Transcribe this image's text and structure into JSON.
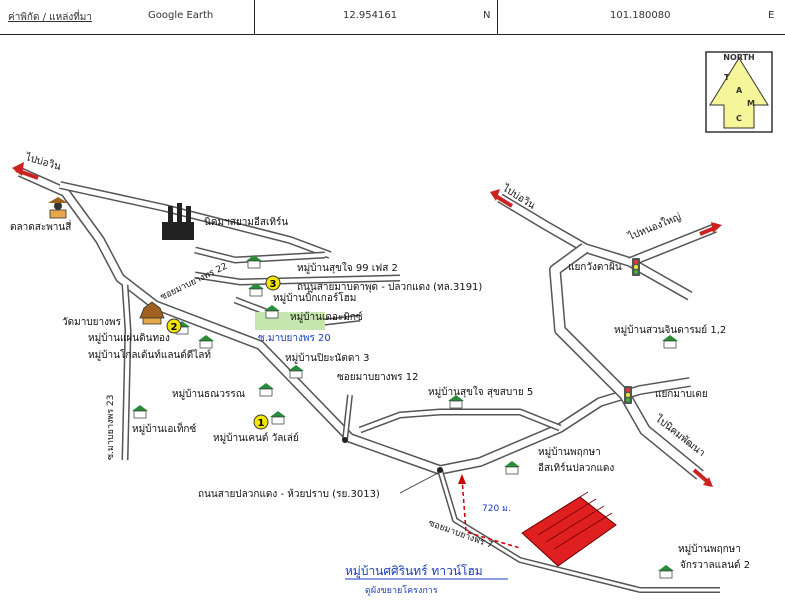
{
  "header": {
    "coord_label": "ค่าพิกัด / แหล่งที่มา",
    "source": "Google Earth",
    "latitude": "12.954161",
    "lat_dir": "N",
    "longitude": "101.180080",
    "lon_dir": "E"
  },
  "north_logo": {
    "label": "NORTH",
    "letters": [
      "T",
      "A",
      "M",
      "C"
    ],
    "color": "#f5f59a"
  },
  "directions": {
    "to_bowin_left": "ไปบ่อวิน",
    "to_bowin_right": "ไปบ่อวิน",
    "to_nongyai": "ไปหนองใหญ่",
    "to_nikhom": "ไปนิคมพัฒนา"
  },
  "labels": {
    "market": "ตลาดสะพานสี่",
    "factory": "นิคมฯสยามอีสเทิร์น",
    "temple": "วัดมาบยางพร",
    "soi22": "ซอยมาบยางพร 22",
    "soi23": "ซ.มาบยางพร 23",
    "soi20": "ซ.มาบยางพร 20",
    "soi12": "ซอยมาบยางพร 12",
    "soi7": "ซอยมาบยางพร 7",
    "road_3191": "ถนนสายมาบตาพุด - ปลวกแดง (ทล.3191)",
    "road_3013": "ถนนสายปลวกแดง - ห้วยปราบ (รย.3013)",
    "junction_wangtamin": "แยกวังตาผิน",
    "junction_maptoei": "แยกมาบเตย",
    "distance": "720 ม.",
    "project_name": "หมู่บ้านศศิรินทร์ ทาวน์โฮม",
    "project_sub": "ดูผังขยายโครงการ"
  },
  "villages": {
    "sukjai99": "หมู่บ้านสุขใจ 99 เฟส 2",
    "bigger": "หมู่บ้านบิ๊กเกอร์โฮม",
    "demix": "หมู่บ้านเดอะมิกซ์",
    "phaendin": "หมู่บ้านแผ่นดินทอง",
    "golden": "หมู่บ้านโกลเด้นท์แลนด์ดีไลท์",
    "piyanat": "หมู่บ้านปิยะนัตดา 3",
    "thanawan": "หมู่บ้านธณวรรณ",
    "ace": "หมู่บ้านเอเท็กซ์",
    "kent": "หมู่บ้านเคนต์ วัลเล่ย์",
    "sukjai5": "หมู่บ้านสุขใจ สุขสบาย 5",
    "suanchin": "หมู่บ้านสวนจินดารมย์ 1,2",
    "pruksa_east": "หมู่บ้านพฤกษา",
    "pruksa_east2": "อีสเทิร์นปลวกแดง",
    "pruksa_chak": "หมู่บ้านพฤกษา",
    "pruksa_chak2": "จักรวาลแลนด์ 2"
  },
  "badges": [
    "1",
    "2",
    "3"
  ],
  "colors": {
    "road_fill": "#ffffff",
    "road_edge": "#555555",
    "badge": "#f2e600",
    "project": "#e02020",
    "house": "#2a8c3a",
    "route": "#cc0000",
    "arrow": "#cc2222",
    "project_text": "#1a3cbe"
  }
}
